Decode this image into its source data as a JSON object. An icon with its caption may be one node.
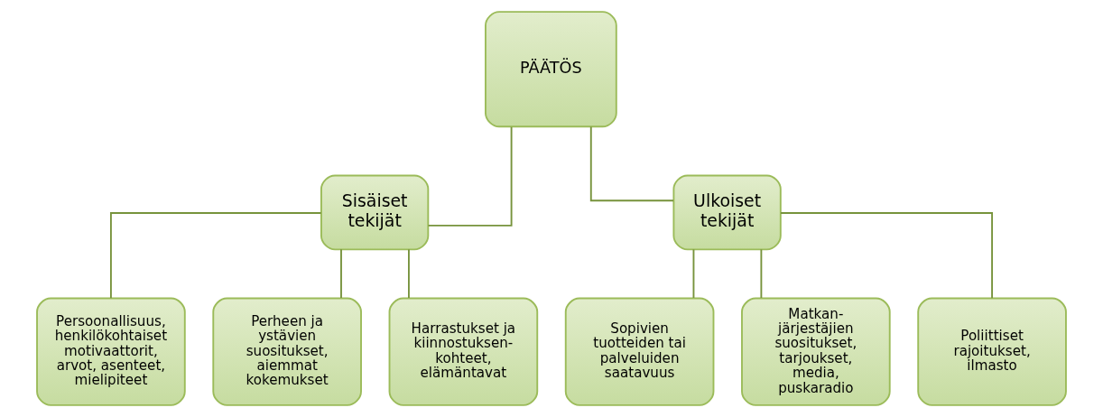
{
  "diagram": {
    "nodes": [
      {
        "text": [
          "PÄÄTÖS"
        ]
      },
      {
        "text": [
          "Sisäiset tekijät"
        ]
      },
      {
        "text": [
          "Ulkoiset tekijät"
        ]
      },
      {
        "text": [
          "Persoonallisuus, henkilökohtaiset motivaattorit, arvot, asenteet, mielipiteet"
        ]
      },
      {
        "text": [
          "Perheen ja ystävien suositukset, aiemmat kokemukset"
        ]
      },
      {
        "text": [
          "Harrastukset ja kiinnostuksen-kohteet, elämäntavat"
        ]
      },
      {
        "text": [
          "Sopivien tuotteiden tai palveluiden saatavuus"
        ]
      },
      {
        "text": [
          "Matkan-järjestäjien suositukset, tarjoukset, media, puskaradio"
        ]
      },
      {
        "text": [
          "Poliittiset rajoitukset, ilmasto"
        ]
      }
    ],
    "edges": [
      {
        "from": 0,
        "to": 1,
        "arrow": "none"
      },
      {
        "from": 0,
        "to": 2,
        "arrow": "none"
      },
      {
        "from": 1,
        "to": 3,
        "arrow": "none"
      },
      {
        "from": 1,
        "to": 4,
        "arrow": "none"
      },
      {
        "from": 1,
        "to": 5,
        "arrow": "none"
      },
      {
        "from": 2,
        "to": 6,
        "arrow": "none"
      },
      {
        "from": 2,
        "to": 7,
        "arrow": "none"
      },
      {
        "from": 2,
        "to": 8,
        "arrow": "none"
      }
    ]
  }
}
